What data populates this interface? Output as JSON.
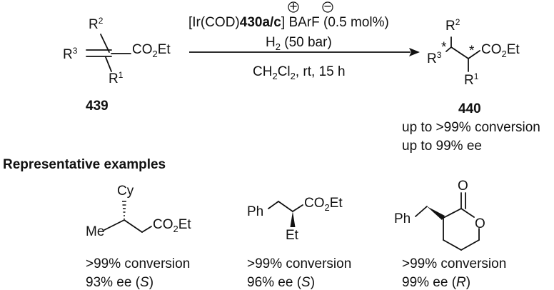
{
  "scheme": {
    "reactant": {
      "label": "439",
      "substituents": {
        "r2": "R",
        "r2_sup": "2",
        "r3": "R",
        "r3_sup": "3",
        "r1": "R",
        "r1_sup": "1",
        "ester": "CO",
        "ester_sub": "2",
        "ester_tail": "Et"
      }
    },
    "conditions": {
      "catalyst_pre": "[Ir(COD)",
      "catalyst_bold": "430a/c",
      "catalyst_post": "] BArF (0.5 mol%)",
      "plus_charge": "+",
      "minus_charge": "−",
      "h2_pre": "H",
      "h2_sub": "2",
      "h2_post": " (50 bar)",
      "solvent_pre": "CH",
      "solvent_sub1": "2",
      "solvent_mid": "Cl",
      "solvent_sub2": "2",
      "solvent_post": ", rt, 15 h"
    },
    "product": {
      "label": "440",
      "stereo_mark": "*",
      "substituents": {
        "r2": "R",
        "r2_sup": "2",
        "r3": "R",
        "r3_sup": "3",
        "r1": "R",
        "r1_sup": "1",
        "ester": "CO",
        "ester_sub": "2",
        "ester_tail": "Et"
      },
      "conversion": "up to >99% conversion",
      "ee": "up to 99% ee"
    }
  },
  "examples": {
    "heading": "Representative examples",
    "items": [
      {
        "groups": {
          "top": "Cy",
          "left": "Me",
          "ester": "CO",
          "ester_sub": "2",
          "ester_tail": "Et"
        },
        "conversion": ">99% conversion",
        "ee_pre": "93% ee (",
        "ee_config": "S",
        "ee_post": ")"
      },
      {
        "groups": {
          "left": "Ph",
          "bottom": "Et",
          "ester": "CO",
          "ester_sub": "2",
          "ester_tail": "Et"
        },
        "conversion": ">99% conversion",
        "ee_pre": "96% ee (",
        "ee_config": "S",
        "ee_post": ")"
      },
      {
        "groups": {
          "left": "Ph",
          "carbonyl_o": "O",
          "ring_o": "O"
        },
        "conversion": ">99% conversion",
        "ee_pre": "99% ee (",
        "ee_config": "R",
        "ee_post": ")"
      }
    ]
  }
}
